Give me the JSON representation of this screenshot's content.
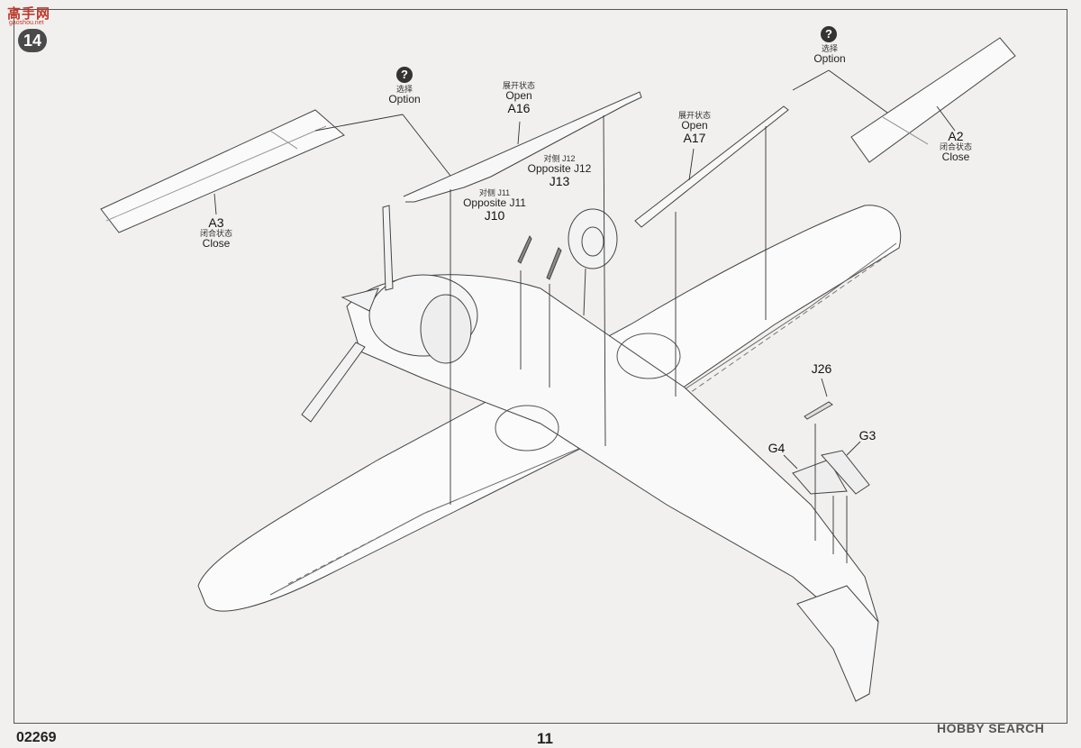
{
  "watermark": {
    "site": "高手网",
    "url": "gaoshou.net"
  },
  "step_number": "14",
  "labels": {
    "option_left": {
      "cn": "选择",
      "en": "Option"
    },
    "option_right": {
      "cn": "选择",
      "en": "Option"
    },
    "a3": {
      "part": "A3",
      "cn": "闭合状态",
      "en": "Close"
    },
    "a2": {
      "part": "A2",
      "cn": "闭合状态",
      "en": "Close"
    },
    "a16": {
      "cn": "展开状态",
      "en": "Open",
      "part": "A16"
    },
    "a17": {
      "cn": "展开状态",
      "en": "Open",
      "part": "A17"
    },
    "j13": {
      "cn": "对侧 J12",
      "en": "Opposite J12",
      "part": "J13"
    },
    "j10": {
      "cn": "对侧 J11",
      "en": "Opposite J11",
      "part": "J10"
    },
    "j26": {
      "part": "J26"
    },
    "g4": {
      "part": "G4"
    },
    "g3": {
      "part": "G3"
    }
  },
  "footer": {
    "code": "02269",
    "page": "11",
    "brand": "HOBBY SEARCH"
  }
}
